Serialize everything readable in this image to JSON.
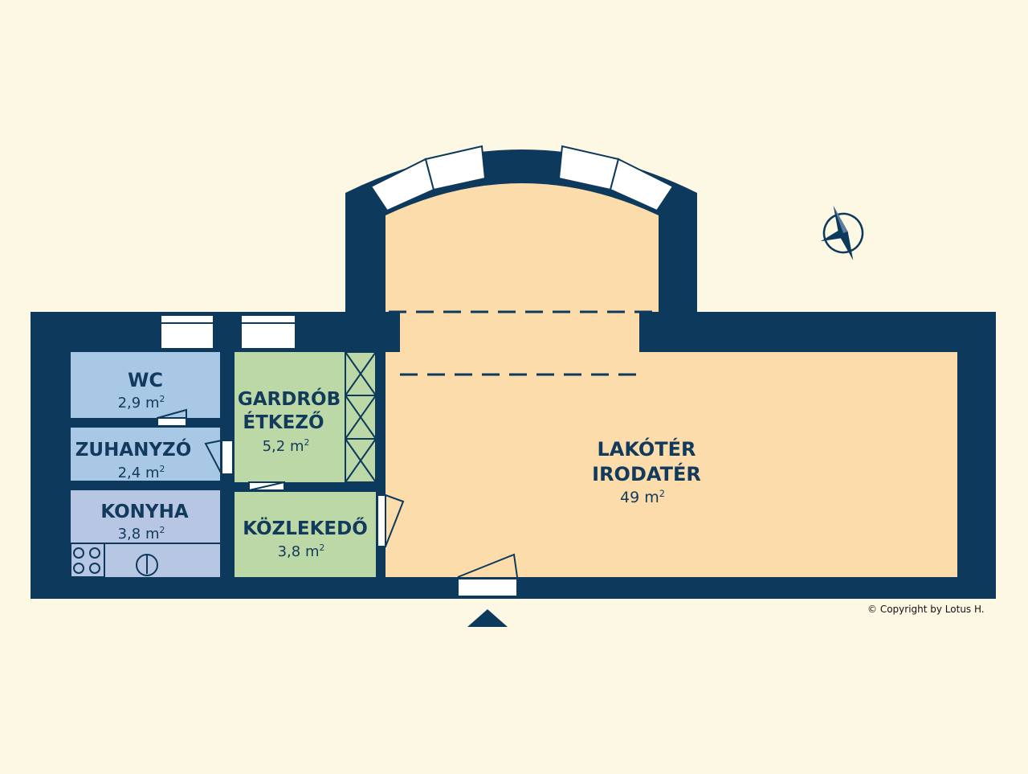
{
  "plan": {
    "rooms": {
      "wc": {
        "name": "WC",
        "area": "2,9 m",
        "unit_sup": "2"
      },
      "shower": {
        "name": "ZUHANYZÓ",
        "area": "2,4 m",
        "unit_sup": "2"
      },
      "kitchen": {
        "name": "KONYHA",
        "area": "3,8 m",
        "unit_sup": "2"
      },
      "wardrobe": {
        "name_line1": "GARDRÓB",
        "name_line2": "ÉTKEZŐ",
        "area": "5,2 m",
        "unit_sup": "2"
      },
      "hall": {
        "name": "KÖZLEKEDŐ",
        "area": "3,8 m",
        "unit_sup": "2"
      },
      "living": {
        "name_line1": "LAKÓTÉR",
        "name_line2": "IRODATÉR",
        "area": "49 m",
        "unit_sup": "2"
      }
    },
    "copyright": "© Copyright by Lotus H.",
    "colors": {
      "wall": "#0d3a5c",
      "living": "#fbdcaa",
      "wet": "#a8c8e6",
      "kitchen": "#b6c6e3",
      "green": "#bcd8a6",
      "background": "#fdf8e4"
    },
    "icons": [
      "compass-icon",
      "entrance-arrow-icon",
      "stove-icon",
      "sink-icon"
    ]
  }
}
